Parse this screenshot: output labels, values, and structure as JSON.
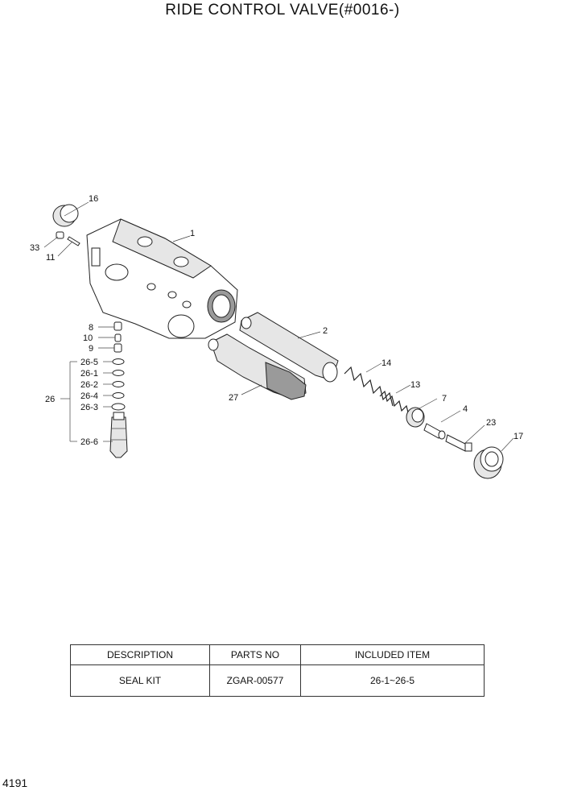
{
  "title": "RIDE CONTROL VALVE(#0016-)",
  "page_number": "4191",
  "callouts": {
    "c1": "1",
    "c2": "2",
    "c4": "4",
    "c7": "7",
    "c8": "8",
    "c9": "9",
    "c10": "10",
    "c11": "11",
    "c13": "13",
    "c14": "14",
    "c16": "16",
    "c17": "17",
    "c23": "23",
    "c26": "26",
    "c27": "27",
    "c33": "33",
    "c26_1": "26-1",
    "c26_2": "26-2",
    "c26_3": "26-3",
    "c26_4": "26-4",
    "c26_5": "26-5",
    "c26_6": "26-6"
  },
  "parts_table": {
    "headers": [
      "DESCRIPTION",
      "PARTS NO",
      "INCLUDED ITEM"
    ],
    "rows": [
      {
        "description": "SEAL KIT",
        "parts_no": "ZGAR-00577",
        "included_item": "26-1~26-5"
      }
    ]
  }
}
